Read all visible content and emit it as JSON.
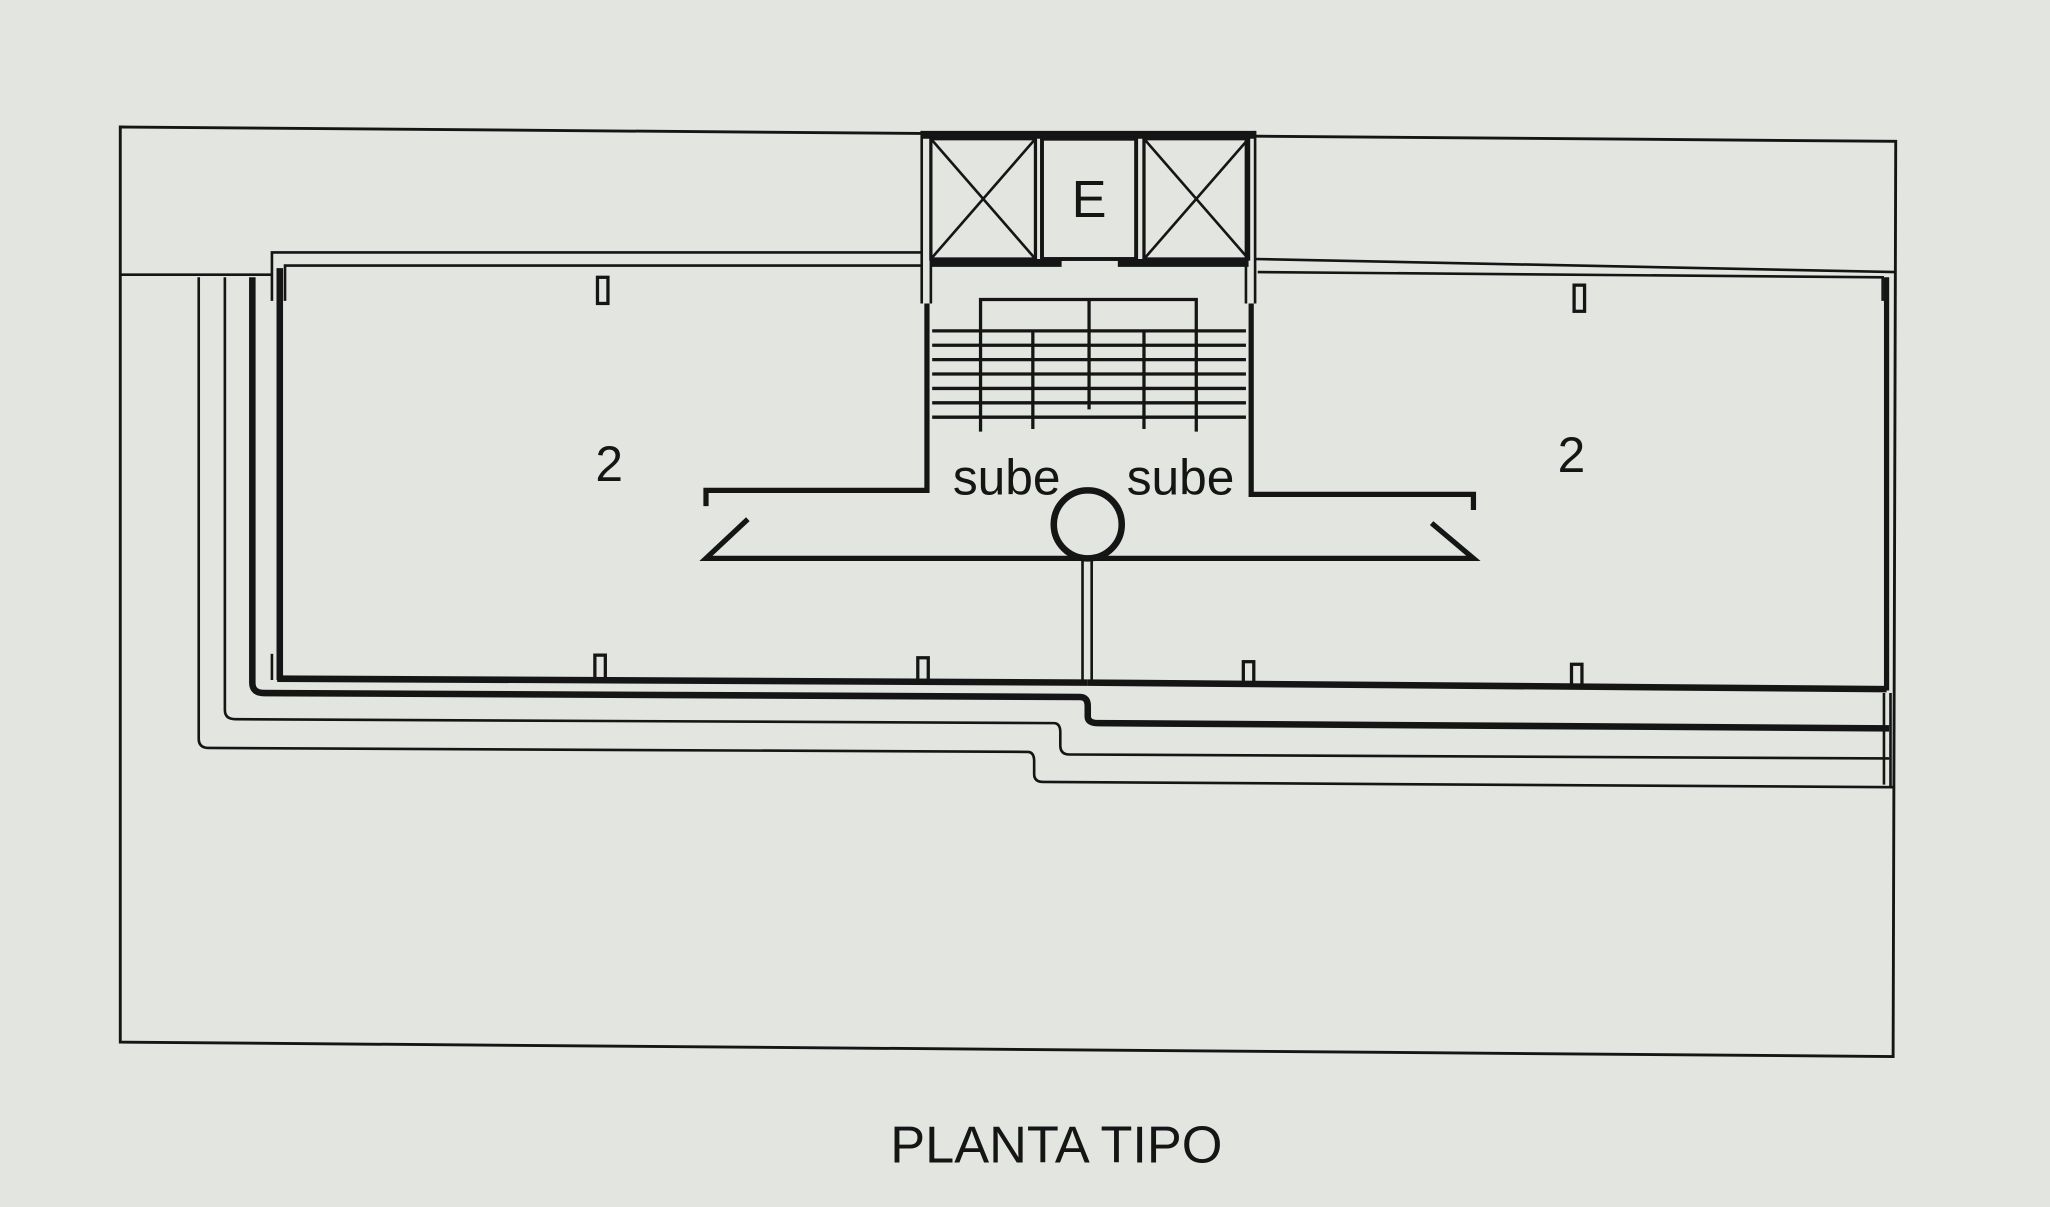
{
  "plan": {
    "title": "PLANTA TIPO",
    "units": [
      {
        "label": "2"
      },
      {
        "label": "2"
      }
    ],
    "core": {
      "service_label": "E",
      "stairs": [
        {
          "label": "sube"
        },
        {
          "label": "sube"
        }
      ]
    }
  },
  "colors": {
    "paper": "#e3e5e1",
    "ink": "#151515"
  }
}
